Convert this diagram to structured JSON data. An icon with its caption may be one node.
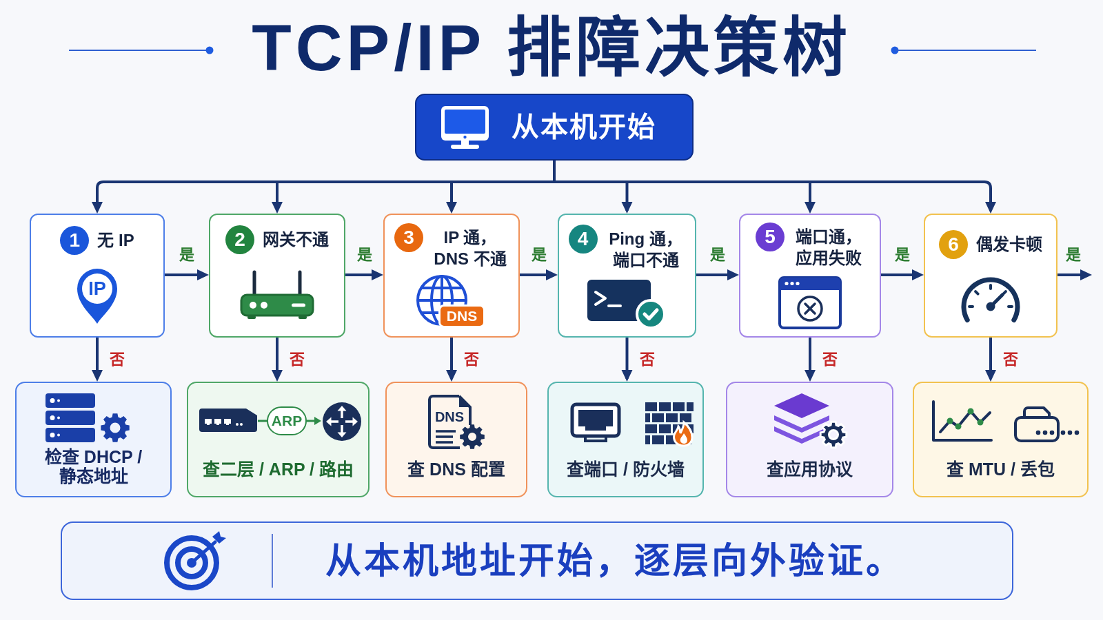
{
  "diagram": {
    "title": "TCP/IP 排障决策树",
    "nodes": [
      {
        "text": [
          "从本机开始"
        ]
      },
      {
        "text": [
          "1",
          "无 IP",
          "IP"
        ]
      },
      {
        "text": [
          "2",
          "网关不通"
        ]
      },
      {
        "text": [
          "3",
          "IP 通，DNS 不通",
          "DNS"
        ]
      },
      {
        "text": [
          "4",
          "Ping 通，端口不通"
        ]
      },
      {
        "text": [
          "5",
          "端口通，应用失败"
        ]
      },
      {
        "text": [
          "6",
          "偶发卡顿"
        ]
      },
      {
        "text": [
          "检查 DHCP / 静态地址"
        ]
      },
      {
        "text": [
          "ARP",
          "查二层 / ARP / 路由"
        ]
      },
      {
        "text": [
          "DNS",
          "查 DNS 配置"
        ]
      },
      {
        "text": [
          "查端口 / 防火墙"
        ]
      },
      {
        "text": [
          "查应用协议"
        ]
      },
      {
        "text": [
          "查 MTU / 丢包"
        ]
      },
      {
        "text": [
          "从本机地址开始，逐层向外验证。"
        ]
      }
    ],
    "edges": [
      {
        "from": 0,
        "to": 1,
        "arrow": "to"
      },
      {
        "from": 0,
        "to": 2,
        "arrow": "to"
      },
      {
        "from": 0,
        "to": 3,
        "arrow": "to"
      },
      {
        "from": 0,
        "to": 4,
        "arrow": "to"
      },
      {
        "from": 0,
        "to": 5,
        "arrow": "to"
      },
      {
        "from": 0,
        "to": 6,
        "arrow": "to"
      },
      {
        "from": 1,
        "to": 2,
        "arrow": "to",
        "label": "是"
      },
      {
        "from": 2,
        "to": 3,
        "arrow": "to",
        "label": "是"
      },
      {
        "from": 3,
        "to": 4,
        "arrow": "to",
        "label": "是"
      },
      {
        "from": 4,
        "to": 5,
        "arrow": "to",
        "label": "是"
      },
      {
        "from": 5,
        "to": 6,
        "arrow": "to",
        "label": "是"
      },
      {
        "from": 6,
        "to": null,
        "arrow": "to",
        "label": "是"
      },
      {
        "from": 1,
        "to": 7,
        "arrow": "to",
        "label": "否"
      },
      {
        "from": 2,
        "to": 8,
        "arrow": "to",
        "label": "否"
      },
      {
        "from": 3,
        "to": 9,
        "arrow": "to",
        "label": "否"
      },
      {
        "from": 4,
        "to": 10,
        "arrow": "to",
        "label": "否"
      },
      {
        "from": 5,
        "to": 11,
        "arrow": "to",
        "label": "否"
      },
      {
        "from": 6,
        "to": 12,
        "arrow": "to",
        "label": "否"
      }
    ]
  }
}
